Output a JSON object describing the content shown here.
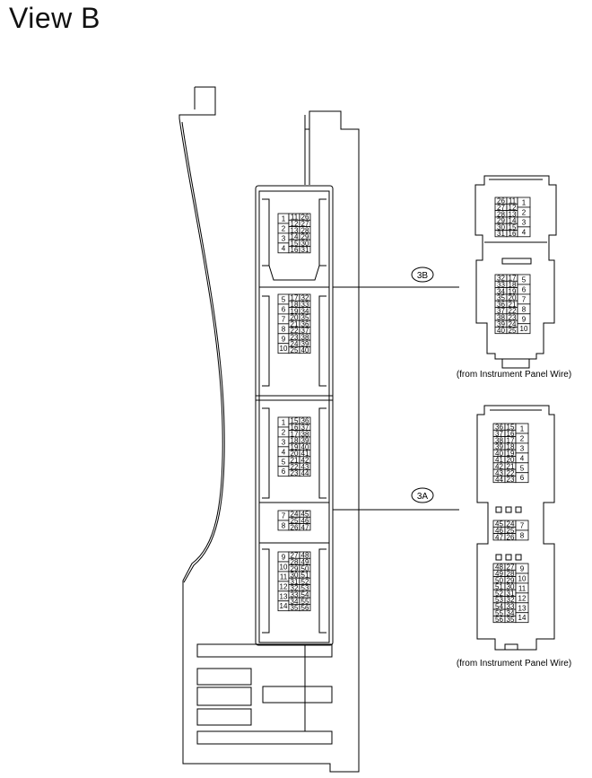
{
  "page": {
    "title": "View B"
  },
  "callouts": [
    {
      "id": "3B",
      "label": "3B"
    },
    {
      "id": "3A",
      "label": "3A"
    }
  ],
  "connector_captions": {
    "upper": "(from Instrument Panel Wire)",
    "lower": "(from Instrument Panel Wire)"
  },
  "junction_block": {
    "connector_3B": {
      "upper_block": {
        "left_pins": [
          "1",
          "2",
          "3",
          "4"
        ],
        "mid_pins": [
          "11",
          "12",
          "13",
          "14",
          "15",
          "16"
        ],
        "right_pins": [
          "26",
          "27",
          "28",
          "29",
          "30",
          "31"
        ]
      },
      "lower_block": {
        "left_pins": [
          "5",
          "6",
          "7",
          "8",
          "9",
          "10"
        ],
        "mid_pins": [
          "17",
          "18",
          "19",
          "20",
          "21",
          "22",
          "23",
          "24",
          "25"
        ],
        "right_pins": [
          "32",
          "33",
          "34",
          "35",
          "36",
          "37",
          "38",
          "39",
          "40"
        ]
      }
    },
    "connector_3A": {
      "upper_block": {
        "left_pins": [
          "1",
          "2",
          "3",
          "4",
          "5",
          "6"
        ],
        "mid_pins": [
          "15",
          "16",
          "17",
          "18",
          "19",
          "20",
          "21",
          "22",
          "23"
        ],
        "right_pins": [
          "36",
          "37",
          "38",
          "39",
          "40",
          "41",
          "42",
          "43",
          "44"
        ]
      },
      "middle_block": {
        "left_pins": [
          "7",
          "8"
        ],
        "mid_pins": [
          "24",
          "25",
          "26"
        ],
        "right_pins": [
          "45",
          "46",
          "47"
        ]
      },
      "lower_block": {
        "left_pins": [
          "9",
          "10",
          "11",
          "12",
          "13",
          "14"
        ],
        "mid_pins": [
          "27",
          "28",
          "29",
          "30",
          "31",
          "32",
          "33",
          "34",
          "35"
        ],
        "right_pins": [
          "48",
          "49",
          "50",
          "51",
          "52",
          "53",
          "54",
          "55",
          "56"
        ]
      }
    }
  },
  "wire_connectors": {
    "connector_3B": {
      "upper_block": {
        "left_pins": [
          "26",
          "27",
          "28",
          "29",
          "30",
          "31"
        ],
        "mid_pins": [
          "11",
          "12",
          "13",
          "14",
          "15",
          "16"
        ],
        "right_pins": [
          "1",
          "2",
          "3",
          "4"
        ]
      },
      "lower_block": {
        "left_pins": [
          "32",
          "33",
          "34",
          "35",
          "36",
          "37",
          "38",
          "39",
          "40"
        ],
        "mid_pins": [
          "17",
          "18",
          "19",
          "20",
          "21",
          "22",
          "23",
          "24",
          "25"
        ],
        "right_pins": [
          "5",
          "6",
          "7",
          "8",
          "9",
          "10"
        ]
      }
    },
    "connector_3A": {
      "upper_block": {
        "left_pins": [
          "36",
          "37",
          "38",
          "39",
          "40",
          "41",
          "42",
          "43",
          "44"
        ],
        "mid_pins": [
          "15",
          "16",
          "17",
          "18",
          "19",
          "20",
          "21",
          "22",
          "23"
        ],
        "right_pins": [
          "1",
          "2",
          "3",
          "4",
          "5",
          "6"
        ]
      },
      "middle_block": {
        "left_pins": [
          "45",
          "46",
          "47"
        ],
        "mid_pins": [
          "24",
          "25",
          "26"
        ],
        "right_pins": [
          "7",
          "8"
        ]
      },
      "lower_block": {
        "left_pins": [
          "48",
          "49",
          "50",
          "51",
          "52",
          "53",
          "54",
          "55",
          "56"
        ],
        "mid_pins": [
          "27",
          "28",
          "29",
          "30",
          "31",
          "32",
          "33",
          "34",
          "35"
        ],
        "right_pins": [
          "9",
          "10",
          "11",
          "12",
          "13",
          "14"
        ]
      }
    }
  }
}
